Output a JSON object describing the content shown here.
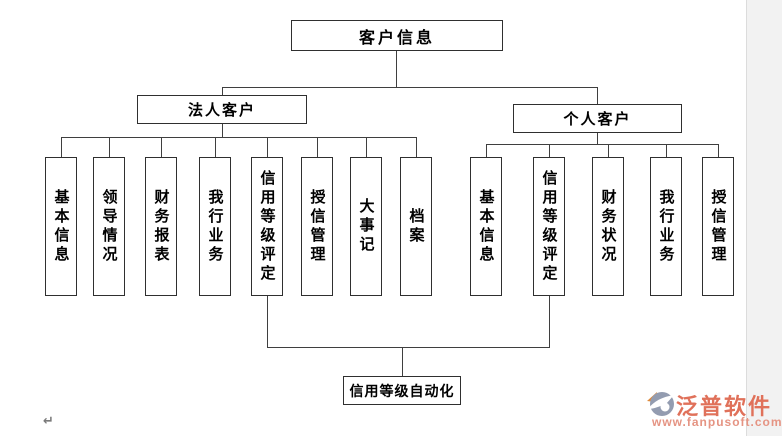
{
  "diagram": {
    "root": {
      "label": "客户信息"
    },
    "corporate": {
      "label": "法人客户",
      "children": [
        "基本信息",
        "领导情况",
        "财务报表",
        "我行业务",
        "信用等级评定",
        "授信管理",
        "大事记",
        "档案"
      ]
    },
    "personal": {
      "label": "个人客户",
      "children": [
        "基本信息",
        "信用等级评定",
        "财务状况",
        "我行业务",
        "授信管理"
      ]
    },
    "bottom": {
      "label": "信用等级自动化"
    }
  },
  "editor": {
    "return_mark": "↵"
  },
  "watermark": {
    "brand": "泛普软件",
    "url": "www.fanpusoft.com",
    "brand_color": "#e0715a",
    "url_color": "#e59483",
    "logo_slate": "#939cb0",
    "logo_orange": "#de8a3c"
  },
  "colors": {
    "line": "#3f3f3f",
    "box_border": "#2f2f2f",
    "margin_strip": "#f2f2f2"
  }
}
